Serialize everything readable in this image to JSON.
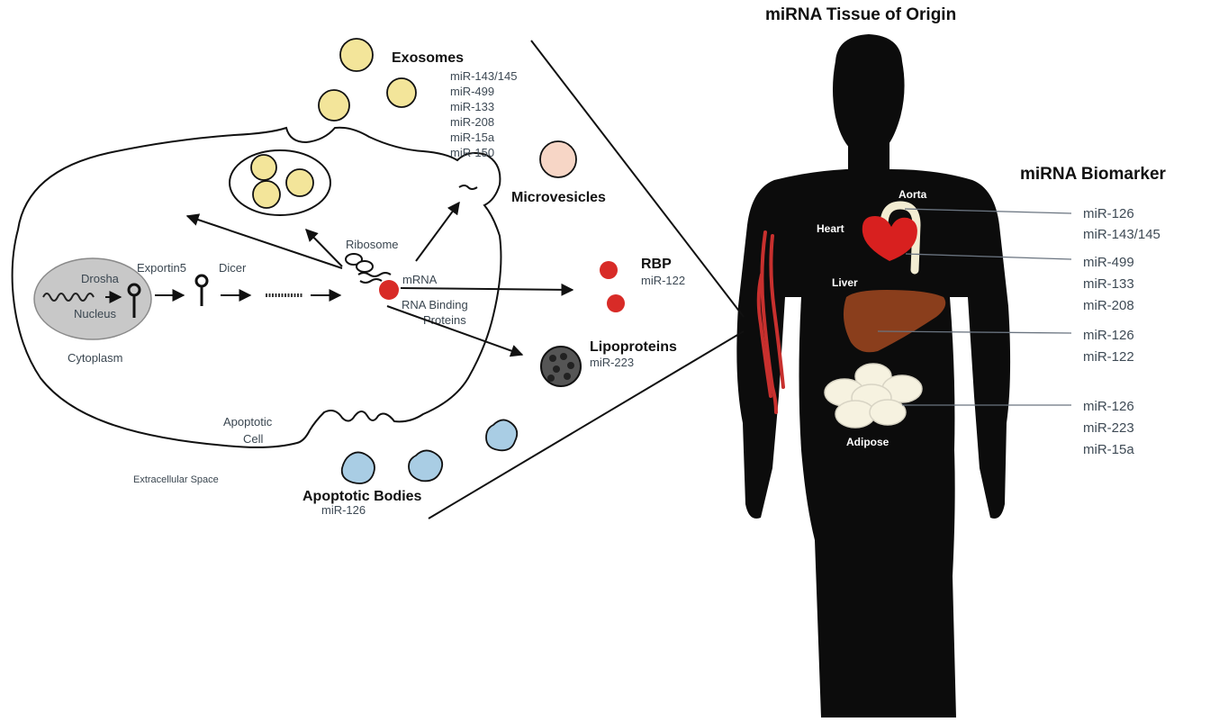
{
  "titles": {
    "tissue": "miRNA Tissue of Origin",
    "biomarker": "miRNA Biomarker"
  },
  "cell": {
    "drosha": "Drosha",
    "nucleus": "Nucleus",
    "cytoplasm": "Cytoplasm",
    "exportin": "Exportin5",
    "dicer": "Dicer",
    "ribosome": "Ribosome",
    "mrna": "mRNA",
    "rbp_line1": "RNA Binding",
    "rbp_line2": "Proteins",
    "apoptotic_line1": "Apoptotic",
    "apoptotic_line2": "Cell",
    "extracellular": "Extracellular Space"
  },
  "carriers": {
    "exosomes": {
      "label": "Exosomes",
      "mirs": [
        "miR-143/145",
        "miR-499",
        "miR-133",
        "miR-208",
        "miR-15a",
        "miR-150"
      ]
    },
    "microvesicles": {
      "label": "Microvesicles"
    },
    "rbp": {
      "label": "RBP",
      "mir": "miR-122"
    },
    "lipoproteins": {
      "label": "Lipoproteins",
      "mir": "miR-223"
    },
    "apoptotic_bodies": {
      "label": "Apoptotic Bodies",
      "mir": "miR-126"
    }
  },
  "organs": {
    "aorta": "Aorta",
    "heart": "Heart",
    "liver": "Liver",
    "adipose": "Adipose"
  },
  "biomarkers": {
    "aorta": [
      "miR-126",
      "miR-143/145"
    ],
    "heart": [
      "miR-499",
      "miR-133",
      "miR-208"
    ],
    "liver": [
      "miR-126",
      "miR-122"
    ],
    "adipose": [
      "miR-126",
      "miR-223",
      "miR-15a"
    ]
  },
  "colors": {
    "exosome_fill": "#f3e59a",
    "microvesicle_fill": "#f7d6c6",
    "rbp_red": "#d82b27",
    "apoptotic_blue": "#a9cde4",
    "nucleus_gray": "#c8c8c8",
    "liver": "#8a3e1c",
    "heart": "#d8201f",
    "vessel": "#c8302e",
    "adipose": "#f6f2e0",
    "body": "#0c0c0c"
  }
}
